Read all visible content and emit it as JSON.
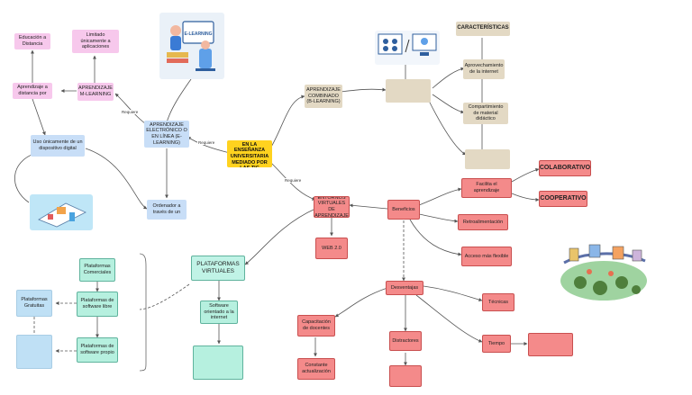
{
  "nodes": {
    "central": "HERRAMIENTAS EN LA ENSEÑANZA UNIVERSITARIA MEDIADO POR LAS TIC",
    "elearning": "APRENDIZAJE ELECTRÓNICO O EN LÍNEA (E-LEARNING)",
    "blearning": "APRENDIZAJE COMBINADO (B-LEARNING)",
    "entornos": "ENTORNOS VIRTUALES DE APRENDIZAJE",
    "mlearning": "APRENDIZAJE M-LEARNING",
    "aprendizaje_distancia": "Aprendizaje a distancia por",
    "educacion_distancia": "Educación a Distancia",
    "limitado": "Limitado únicamente a aplicaciones",
    "uso_dispositivo": "Uso únicamente de un dispositivo digital",
    "ordenador": "Ordenador a través de un",
    "b_uso": "",
    "caracteristicas": "CARACTERÍSTICAS",
    "aprovechamiento": "Aprovechamiento de la internet",
    "compartimiento": "Compartimiento de material didáctico",
    "tutoria": "",
    "web20": "WEB 2.0",
    "beneficios": "Beneficios",
    "facilita": "Facilita el aprendizaje",
    "colaborativo": "COLABORATIVO",
    "cooperativo": "COOPERATIVO",
    "retroalimentacion": "Retroalimentación",
    "acceso": "Acceso más flexible",
    "desventajas": "Desventajas",
    "tecnicas": "Técnicas",
    "tiempo": "Tiempo",
    "preparacion": "",
    "capacitacion": "Capacitación de docentes",
    "constante": "Constante actualización",
    "distractores": "Distractores",
    "ejecucion": "",
    "plataformas_virtuales": "PLATAFORMAS VIRTUALES",
    "software_internet": "Software orientado a la internet",
    "mejor_comunicacion": "",
    "pl_comerciales": "Plataformas Comerciales",
    "pl_libre": "Plataformas de software libre",
    "pl_propio": "Plataformas de software propio",
    "pl_gratuitas": "Plataformas Gratuitas",
    "dentro_institucion": ""
  },
  "edge_labels": {
    "requiere_1": "Requiere",
    "requiere_2": "Requiere",
    "requiere_3": "Requiere",
    "tipos": ""
  },
  "illustrations": {
    "elearning_banner": "E-LEARNING"
  },
  "colors": {
    "pink": "#f7c8ec",
    "blue": "#c8def7",
    "yellow": "#ffd21f",
    "beige": "#e3d9c4",
    "red": "#f48a8a",
    "mint": "#b6f0df",
    "note_blue": "#bfe0f5",
    "line": "#555555"
  }
}
